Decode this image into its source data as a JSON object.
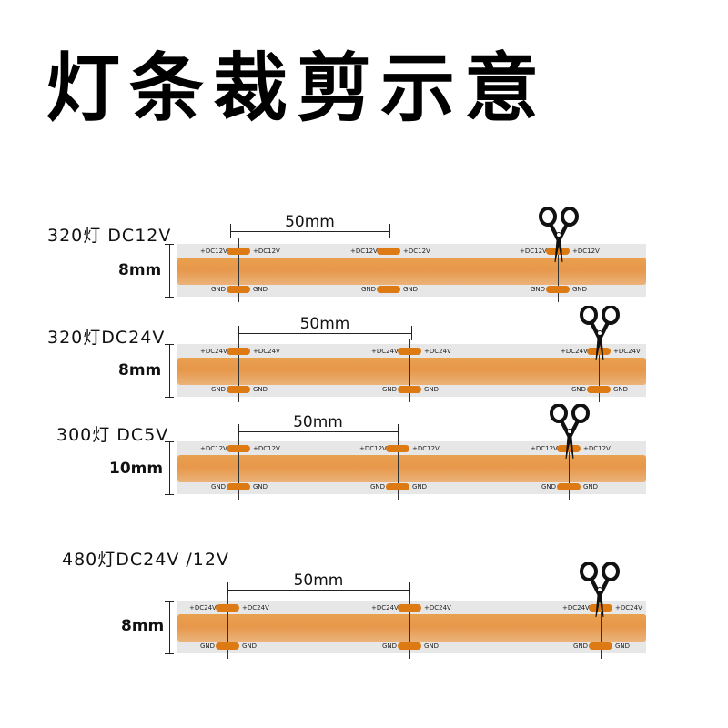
{
  "title": "灯条裁剪示意",
  "strips": [
    {
      "label": "320灯 DC12V",
      "width": "8mm",
      "segment_length": "50mm",
      "pad_positive": "+DC12V",
      "pad_negative": "GND"
    },
    {
      "label": "320灯DC24V",
      "width": "8mm",
      "segment_length": "50mm",
      "pad_positive": "+DC24V",
      "pad_negative": "GND"
    },
    {
      "label": "300灯  DC5V",
      "width": "10mm",
      "segment_length": "50mm",
      "pad_positive": "+DC12V",
      "pad_negative": "GND"
    },
    {
      "label": "480灯DC24V /12V",
      "width": "8mm",
      "segment_length": "50mm",
      "pad_positive": "+DC24V",
      "pad_negative": "GND"
    }
  ],
  "icons": {
    "cut": "scissors-icon"
  },
  "colors": {
    "led": "#e7974a",
    "pad": "#dd7a14",
    "band": "#e7e7e7"
  }
}
